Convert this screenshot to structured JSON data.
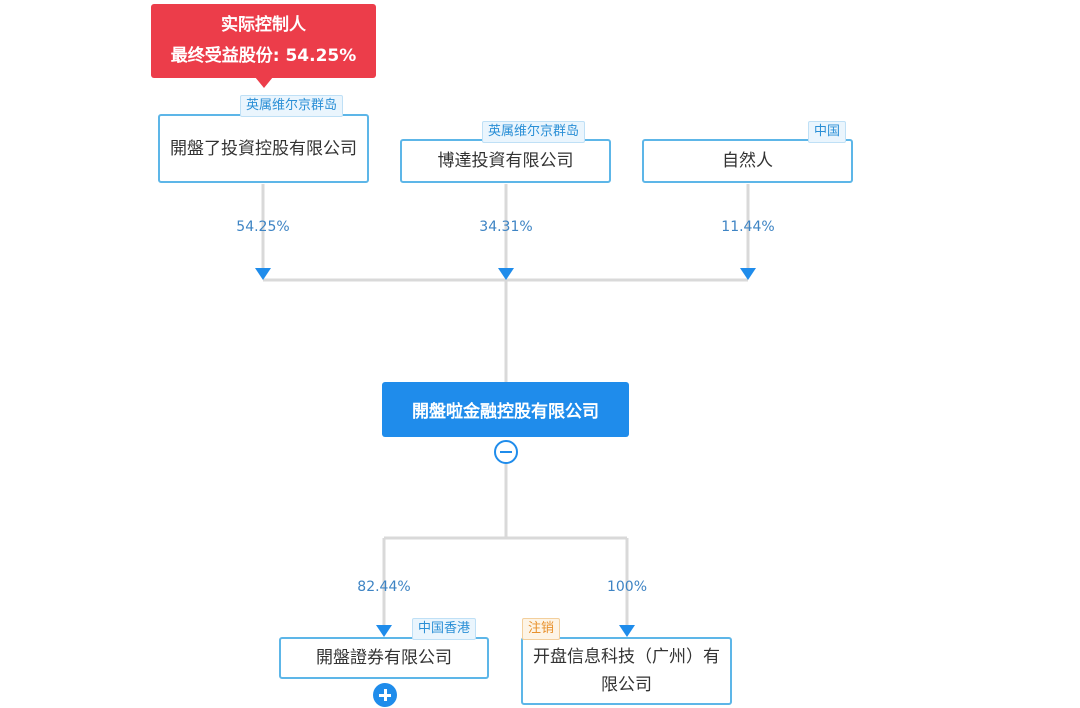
{
  "controller": {
    "title": "实际控制人",
    "share_text": "最终受益股份: 54.25%"
  },
  "shareholders": [
    {
      "name": "開盤了投資控股有限公司",
      "region": "英属维尔京群岛",
      "percent": "54.25%"
    },
    {
      "name": "博達投資有限公司",
      "region": "英属维尔京群岛",
      "percent": "34.31%"
    },
    {
      "name": "自然人",
      "region": "中国",
      "percent": "11.44%"
    }
  ],
  "company": {
    "name": "開盤啦金融控股有限公司"
  },
  "subsidiaries": [
    {
      "name": "開盤證券有限公司",
      "tag": "中国香港",
      "percent": "82.44%"
    },
    {
      "name": "开盘信息科技（广州）有限公司",
      "tag": "注销",
      "percent": "100%"
    }
  ],
  "colors": {
    "accent": "#1f8ceb",
    "controller_red": "#ec3d4a",
    "node_border": "#5db6e8",
    "connector": "#d9d9d9",
    "percent_text": "#3e84c4"
  },
  "icons": {
    "collapse": "minus-circle-icon",
    "expand": "plus-circle-icon"
  }
}
